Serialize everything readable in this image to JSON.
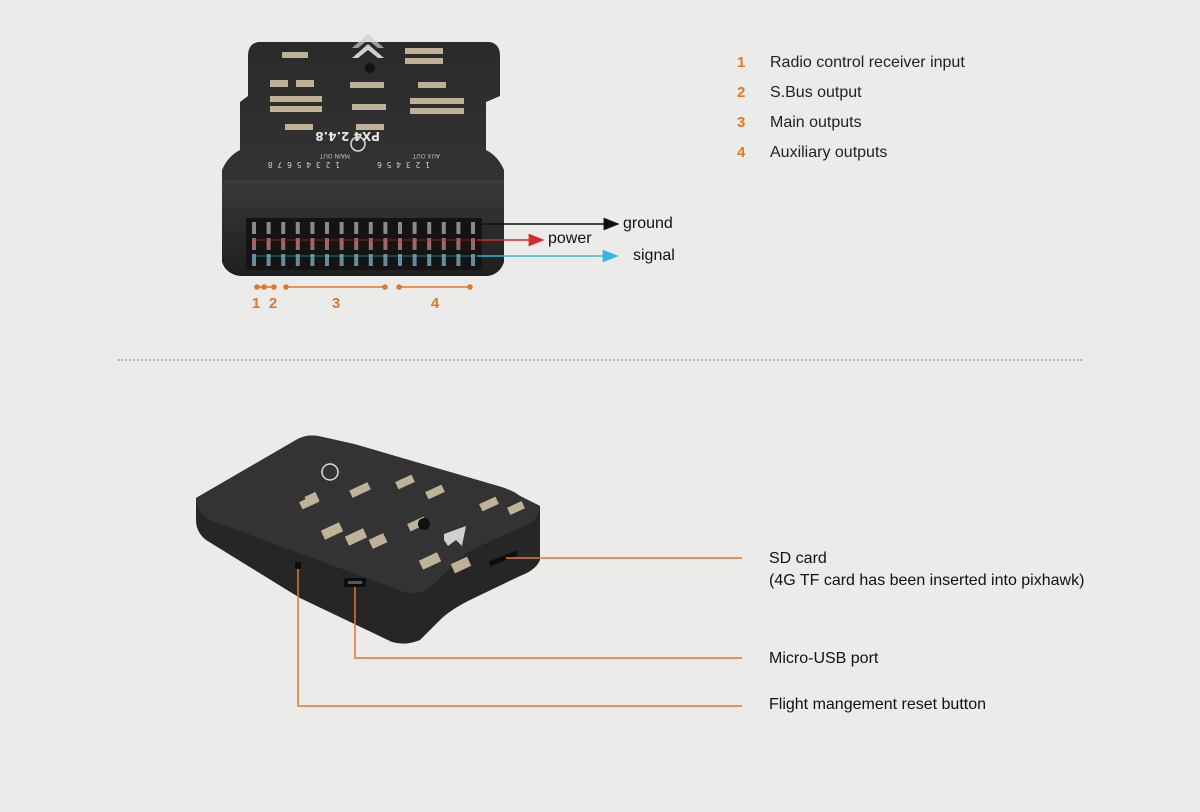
{
  "legend": [
    {
      "num": "1",
      "text": "Radio control receiver input"
    },
    {
      "num": "2",
      "text": "S.Bus output"
    },
    {
      "num": "3",
      "text": "Main outputs"
    },
    {
      "num": "4",
      "text": "Auxiliary outputs"
    }
  ],
  "wires": {
    "ground": "ground",
    "power": "power",
    "signal": "signal"
  },
  "groups": [
    "1",
    "2",
    "3",
    "4"
  ],
  "callouts": {
    "sd_card_line1": "SD card",
    "sd_card_line2": "(4G TF card has been inserted into pixhawk)",
    "micro_usb": "Micro-USB port",
    "reset_button": "Flight mangement reset button"
  },
  "board_labels": {
    "main_out": "MAIN OUT",
    "aux_out": "AUX OUT",
    "brand": "PX4 2.4.8"
  },
  "colors": {
    "accent": "#e0782a",
    "ground": "#111111",
    "power": "#d42a2a",
    "signal": "#35b6e0",
    "board": "#2b2b2b"
  }
}
